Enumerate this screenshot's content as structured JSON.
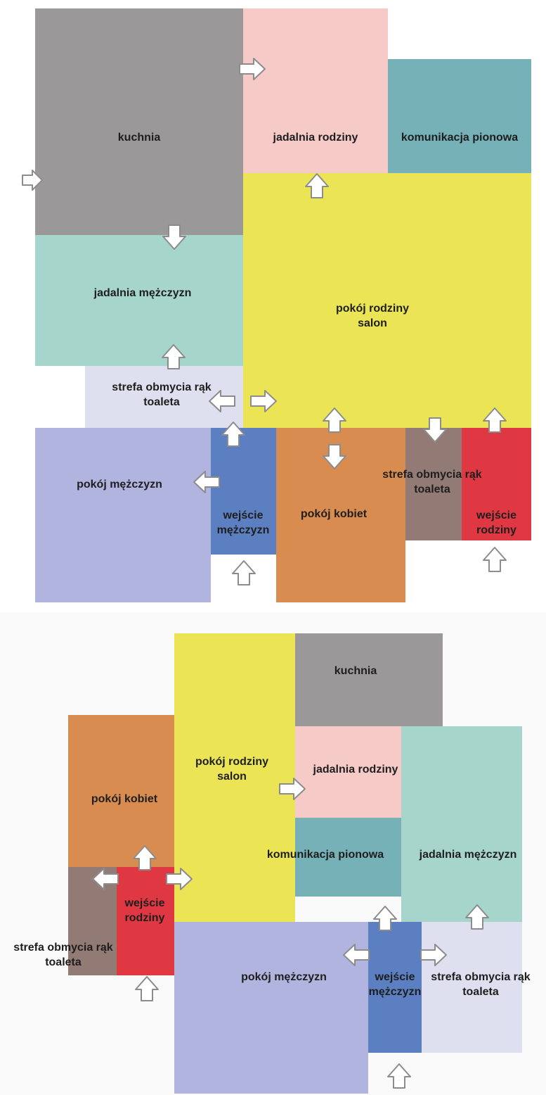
{
  "colors": {
    "kuchnia": "#9b9899",
    "jadalnia_rodziny": "#f5cac7",
    "komunikacja": "#75b1b7",
    "salon": "#ebe556",
    "jadalnia_mezczyzn": "#a6d5cb",
    "strefa_mezczyzn": "#dfe0ef",
    "pokoj_mezczyzn": "#b2b4e0",
    "wejscie_mezczyzn": "#5b7fc0",
    "pokoj_kobiet": "#d88c4f",
    "strefa_rodziny": "#927a75",
    "wejscie_rodziny": "#e03842"
  },
  "diagram_1": {
    "rooms": [
      {
        "id": "kuchnia",
        "label": "kuchnia"
      },
      {
        "id": "jadalnia-rodziny",
        "label": "jadalnia rodziny"
      },
      {
        "id": "komunikacja-pionowa",
        "label": "komunikacja pionowa"
      },
      {
        "id": "pokoj-rodziny-salon",
        "label": "pokój rodziny\nsalon"
      },
      {
        "id": "jadalnia-mezczyzn",
        "label": "jadalnia mężczyzn"
      },
      {
        "id": "strefa-obmycia-mezczyzn",
        "label": "strefa obmycia rąk\ntoaleta"
      },
      {
        "id": "pokoj-mezczyzn",
        "label": "pokój mężczyzn"
      },
      {
        "id": "wejscie-mezczyzn",
        "label": "wejście\nmężczyzn"
      },
      {
        "id": "pokoj-kobiet",
        "label": "pokój kobiet"
      },
      {
        "id": "strefa-obmycia-rodziny",
        "label": "strefa obmycia rąk\ntoaleta"
      },
      {
        "id": "wejscie-rodziny",
        "label": "wejście\nrodziny"
      }
    ]
  },
  "diagram_2": {
    "rooms": [
      {
        "id": "kuchnia",
        "label": "kuchnia"
      },
      {
        "id": "pokoj-rodziny-salon",
        "label": "pokój rodziny\nsalon"
      },
      {
        "id": "jadalnia-rodziny",
        "label": "jadalnia rodziny"
      },
      {
        "id": "pokoj-kobiet",
        "label": "pokój kobiet"
      },
      {
        "id": "komunikacja-pionowa",
        "label": "komunikacja pionowa"
      },
      {
        "id": "jadalnia-mezczyzn",
        "label": "jadalnia mężczyzn"
      },
      {
        "id": "wejscie-rodziny",
        "label": "wejście\nrodziny"
      },
      {
        "id": "strefa-obmycia-rodziny",
        "label": "strefa obmycia rąk\ntoaleta"
      },
      {
        "id": "pokoj-mezczyzn",
        "label": "pokój mężczyzn"
      },
      {
        "id": "wejscie-mezczyzn",
        "label": "wejście\nmężczyzn"
      },
      {
        "id": "strefa-obmycia-mezczyzn",
        "label": "strefa obmycia rąk\ntoaleta"
      }
    ]
  }
}
